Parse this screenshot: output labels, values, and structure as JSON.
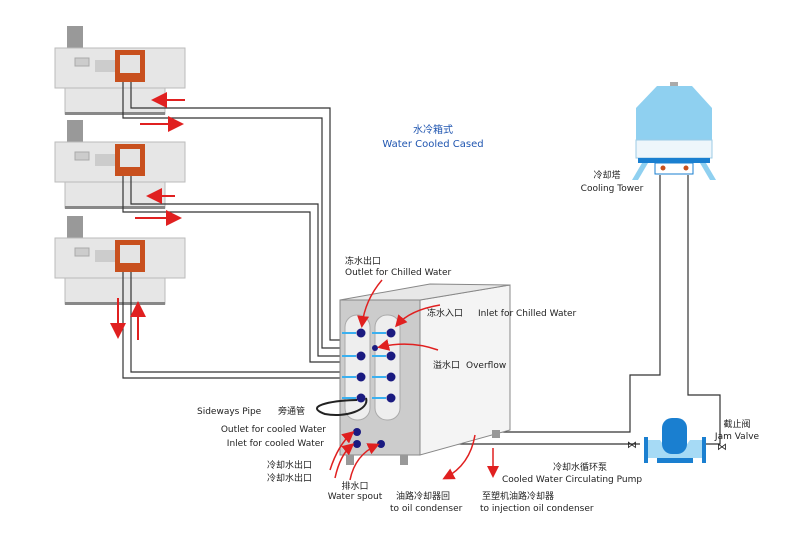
{
  "title": {
    "cn": "水冷箱式",
    "en": "Water Cooled Cased"
  },
  "labels": {
    "outlet_chilled_cn": "冻水出口",
    "outlet_chilled_en": "Outlet for Chilled  Water",
    "inlet_chilled_cn": "冻水入口",
    "inlet_chilled_en": "Inlet for Chilled  Water",
    "overflow_cn": "溢水口",
    "overflow_en": "Overflow",
    "sideways_en": "Sideways Pipe",
    "sideways_cn": "旁通管",
    "outlet_cooled_en": "Outlet for cooled Water",
    "inlet_cooled_en": "Inlet for cooled Water",
    "cooling_out_cn_1": "冷却水出口",
    "cooling_out_cn_2": "冷却水出口",
    "spout_cn": "排水口",
    "spout_en": "Water spout",
    "oil_cn": "油路冷却器回",
    "oil_en": "to oil condenser",
    "inj_cn": "至塑机油路冷却器",
    "inj_en": "to injection oil condenser",
    "pump_cn": "冷却水循环泵",
    "pump_en": "Cooled Water Circulating Pump",
    "tower_cn": "冷却塔",
    "tower_en": "Cooling Tower",
    "valve_cn": "截止阀",
    "valve_en": "Jam Valve"
  },
  "colors": {
    "arrow": "#e02020",
    "pipe": "#333333",
    "tower": "#8fd0f0",
    "pump": "#1a7fd0",
    "mold": "#c8501e",
    "port": "#1a1a80"
  }
}
